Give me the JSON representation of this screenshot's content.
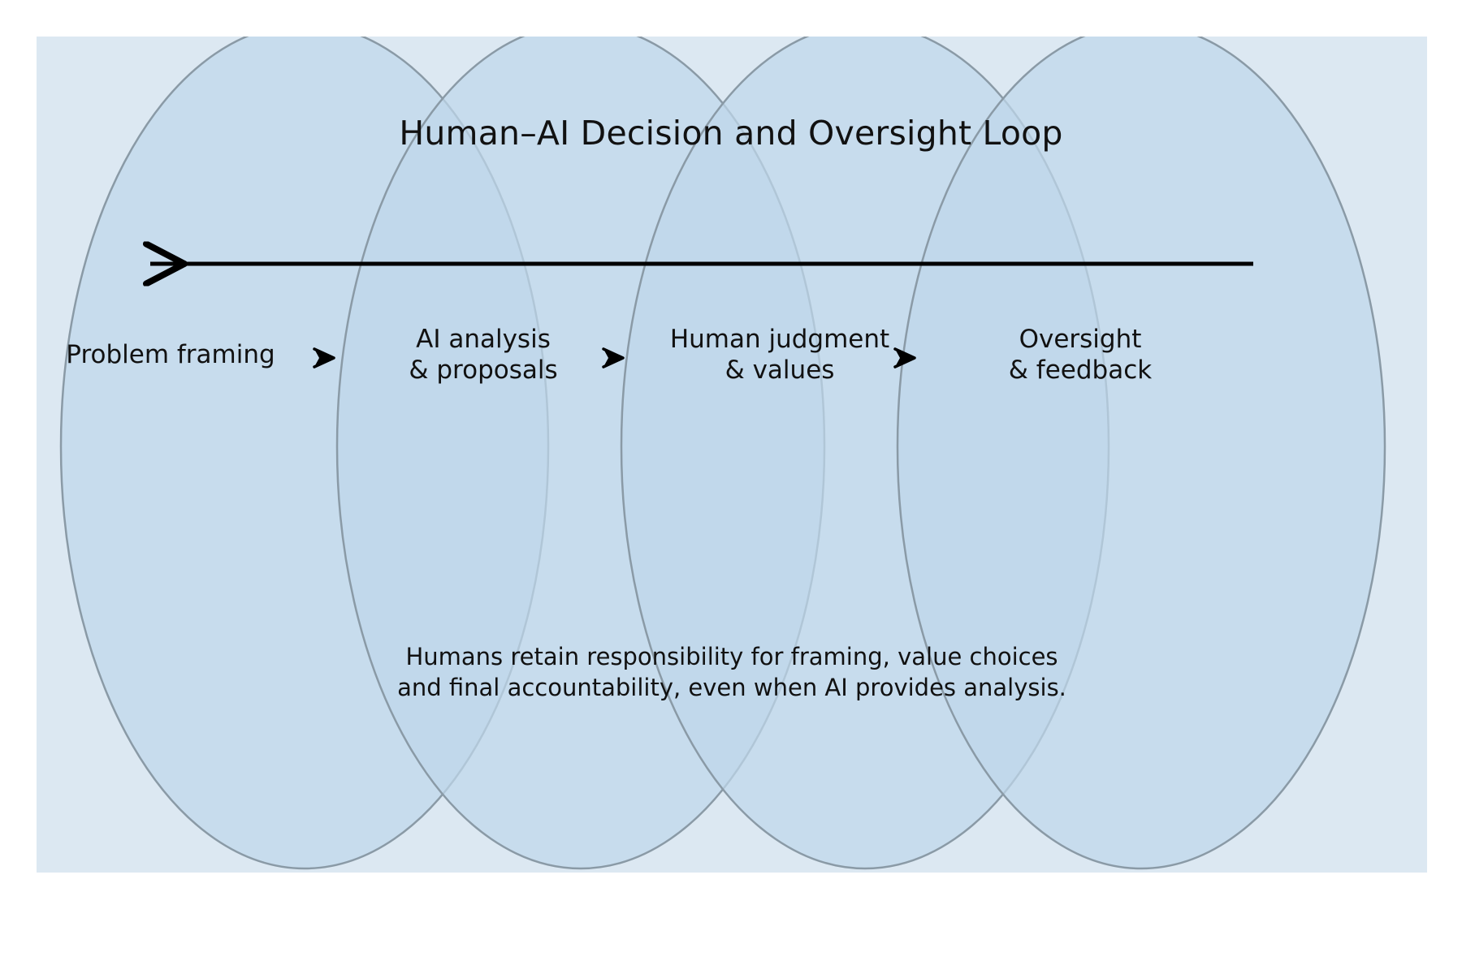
{
  "figure": {
    "title": "Human–AI Decision and Oversight Loop",
    "caption": "Humans retain responsibility for framing, value choices\nand final accountability, even when AI provides analysis.",
    "feedback_arrow_label": "feedback-loop-arrow",
    "panel_background": "#dce8f2",
    "ellipse_fill": "#bfd7ea",
    "ellipse_stroke": "#8a9aa6",
    "text_color": "#111111",
    "arrow_color": "#000000"
  },
  "stages": [
    {
      "label": "Problem framing",
      "icon": "stage-ellipse"
    },
    {
      "label": "AI analysis\n& proposals",
      "icon": "stage-ellipse"
    },
    {
      "label": "Human judgment\n& values",
      "icon": "stage-ellipse"
    },
    {
      "label": "Oversight\n& feedback",
      "icon": "stage-ellipse"
    }
  ],
  "connectors": [
    {
      "name": "chevron-1",
      "glyph": "›"
    },
    {
      "name": "chevron-2",
      "glyph": "›"
    },
    {
      "name": "chevron-3",
      "glyph": "›"
    }
  ],
  "chart_data": {
    "type": "diagram",
    "subtype": "overlapping-ellipse-process-loop",
    "title": "Human–AI Decision and Oversight Loop",
    "nodes": [
      "Problem framing",
      "AI analysis & proposals",
      "Human judgment & values",
      "Oversight & feedback"
    ],
    "forward_edges": [
      [
        "Problem framing",
        "AI analysis & proposals"
      ],
      [
        "AI analysis & proposals",
        "Human judgment & values"
      ],
      [
        "Human judgment & values",
        "Oversight & feedback"
      ]
    ],
    "feedback_edge": [
      "Oversight & feedback",
      "Problem framing"
    ],
    "annotation": "Humans retain responsibility for framing, value choices and final accountability, even when AI provides analysis."
  }
}
